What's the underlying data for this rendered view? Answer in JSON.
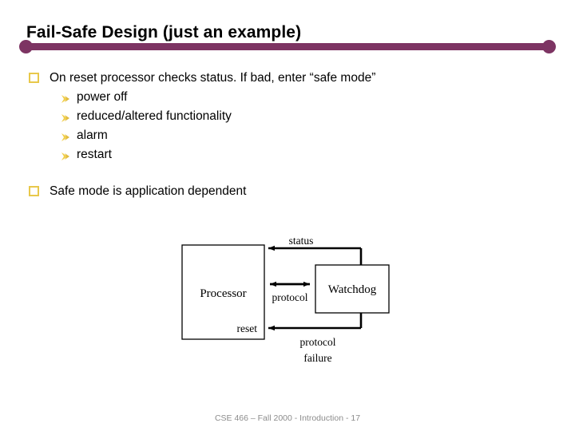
{
  "slide": {
    "title": "Fail-Safe Design (just an example)",
    "accent_color": "#7d3463",
    "bullet_square_color": "#e8c84b",
    "bullet_arrow_color": "#f0cf4e",
    "footer": "CSE 466 – Fall 2000 - Introduction - 17"
  },
  "body": {
    "bullet1": {
      "marker": "square-bullet-icon",
      "text": "On reset processor checks status. If bad, enter “safe mode”",
      "sub": [
        {
          "marker": "arrow-bullet-icon",
          "text": "power off"
        },
        {
          "marker": "arrow-bullet-icon",
          "text": "reduced/altered functionality"
        },
        {
          "marker": "arrow-bullet-icon",
          "text": "alarm"
        },
        {
          "marker": "arrow-bullet-icon",
          "text": "restart"
        }
      ]
    },
    "bullet2": {
      "marker": "square-bullet-icon",
      "text": "Safe mode is application dependent"
    }
  },
  "diagram": {
    "title": "watchdog-processor-block-diagram",
    "boxes": [
      {
        "id": "processor",
        "label": "Processor"
      },
      {
        "id": "watchdog",
        "label": "Watchdog"
      }
    ],
    "edges": [
      {
        "id": "status",
        "label": "status",
        "from": "watchdog",
        "to": "processor",
        "direction": "one-way"
      },
      {
        "id": "protocol",
        "label": "protocol",
        "from": "processor",
        "to": "watchdog",
        "direction": "bidirectional"
      },
      {
        "id": "reset",
        "label": "reset",
        "from": "watchdog",
        "to": "processor",
        "direction": "one-way"
      },
      {
        "id": "protocol-failure",
        "label_line1": "protocol",
        "label_line2": "failure",
        "from": "watchdog",
        "to": "processor",
        "direction": "one-way"
      }
    ]
  }
}
